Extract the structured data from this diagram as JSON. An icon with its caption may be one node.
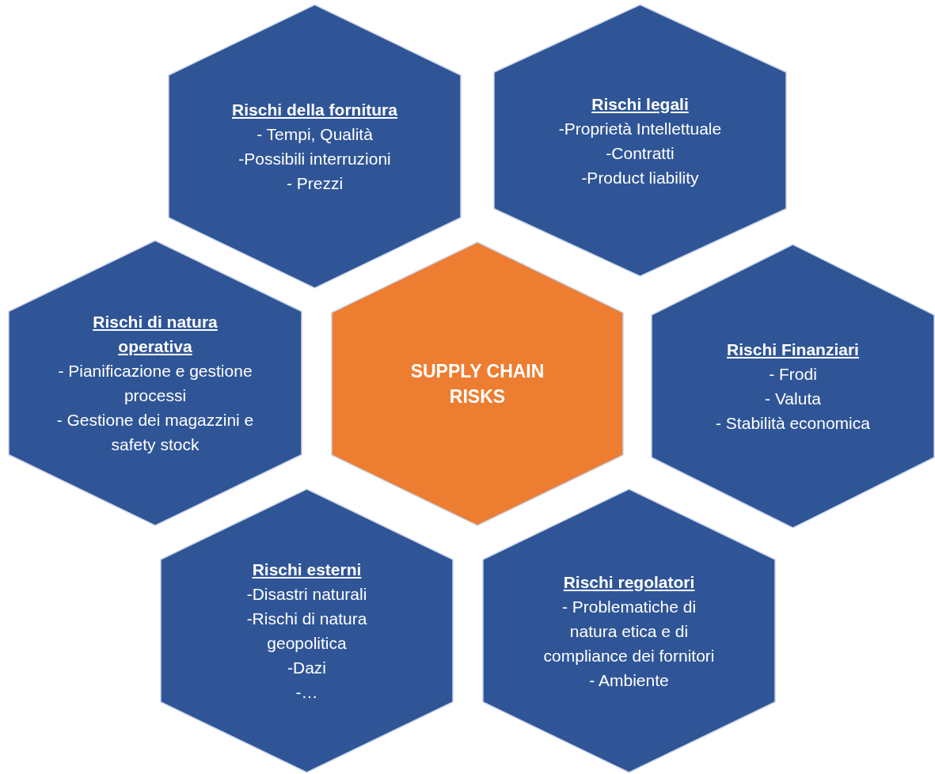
{
  "diagram": {
    "nodes": [
      {
        "text": [
          "Rischi della fornitura",
          "- Tempi, Qualità",
          "-Possibili interruzioni",
          "- Prezzi"
        ]
      },
      {
        "text": [
          "Rischi legali",
          "-Proprietà Intellettuale",
          "-Contratti",
          "-Product liability"
        ]
      },
      {
        "text": [
          "Rischi di natura operativa",
          "- Pianificazione e gestione processi",
          "- Gestione dei magazzini e safety stock"
        ]
      },
      {
        "text": [
          "SUPPLY CHAIN RISKS"
        ]
      },
      {
        "text": [
          "Rischi Finanziari",
          "- Frodi",
          "- Valuta",
          "- Stabilità economica"
        ]
      },
      {
        "text": [
          "Rischi esterni",
          "-Disastri naturali",
          "-Rischi di natura geopolitica",
          "-Dazi",
          "-…"
        ]
      },
      {
        "text": [
          "Rischi regolatori",
          "- Problematiche di natura etica e di compliance dei fornitori",
          "- Ambiente"
        ]
      }
    ]
  }
}
